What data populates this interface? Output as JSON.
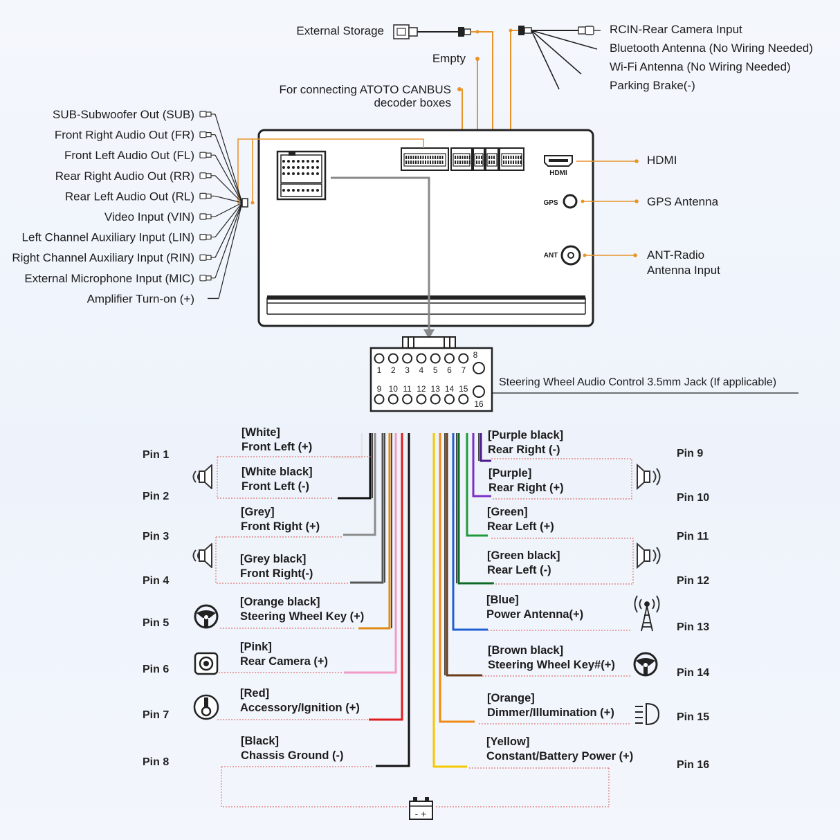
{
  "top": {
    "external_storage": "External Storage",
    "empty": "Empty",
    "canbus_line1": "For connecting ATOTO CANBUS",
    "canbus_line2": "decoder boxes",
    "rcin": "RCIN-Rear Camera Input",
    "bluetooth": "Bluetooth Antenna (No Wiring Needed)",
    "wifi": "Wi-Fi Antenna (No Wiring Needed)",
    "parking": "Parking Brake(-)"
  },
  "left_outputs": [
    "SUB-Subwoofer Out (SUB)",
    "Front Right Audio Out (FR)",
    "Front Left Audio Out (FL)",
    "Rear Right Audio Out (RR)",
    "Rear Left Audio Out (RL)",
    "Video Input (VIN)",
    "Left Channel Auxiliary Input (LIN)",
    "Right Channel Auxiliary Input (RIN)",
    "External Microphone Input (MIC)",
    "Amplifier Turn-on (+)"
  ],
  "right_ports": {
    "hdmi_tag": "HDMI",
    "hdmi": "HDMI",
    "gps_tag": "GPS",
    "gps": "GPS Antenna",
    "ant_tag": "ANT",
    "ant_line1": "ANT-Radio",
    "ant_line2": "Antenna Input"
  },
  "connector": {
    "top_pins": [
      "1",
      "2",
      "3",
      "4",
      "5",
      "6",
      "7"
    ],
    "pin8": "8",
    "bottom_pins": [
      "9",
      "10",
      "11",
      "12",
      "13",
      "14",
      "15"
    ],
    "pin16": "16",
    "steering_jack": "Steering Wheel Audio Control 3.5mm Jack (If applicable)"
  },
  "left_pins": [
    {
      "pin": "Pin 1",
      "color_name": "[White]",
      "func": "Front Left (+)",
      "color": "#e6e6e6"
    },
    {
      "pin": "Pin 2",
      "color_name": "[White black]",
      "func": "Front Left (-)",
      "color": "#111111"
    },
    {
      "pin": "Pin 3",
      "color_name": "[Grey]",
      "func": "Front Right (+)",
      "color": "#8c8c8c"
    },
    {
      "pin": "Pin 4",
      "color_name": "[Grey black]",
      "func": "Front Right(-)",
      "color": "#555555"
    },
    {
      "pin": "Pin 5",
      "color_name": "[Orange black]",
      "func": "Steering Wheel Key (+)",
      "color": "#e08a14"
    },
    {
      "pin": "Pin 6",
      "color_name": "[Pink]",
      "func": "Rear Camera (+)",
      "color": "#f29ac4"
    },
    {
      "pin": "Pin 7",
      "color_name": "[Red]",
      "func": "Accessory/Ignition (+)",
      "color": "#e01b1b"
    },
    {
      "pin": "Pin 8",
      "color_name": "[Black]",
      "func": "Chassis Ground (-)",
      "color": "#111111"
    }
  ],
  "right_pins": [
    {
      "pin": "Pin 9",
      "color_name": "[Purple black]",
      "func": "Rear Right (-)",
      "color": "#4a1a8c"
    },
    {
      "pin": "Pin 10",
      "color_name": "[Purple]",
      "func": "Rear Right (+)",
      "color": "#7b2fc9"
    },
    {
      "pin": "Pin 11",
      "color_name": "[Green]",
      "func": "Rear Left (+)",
      "color": "#1e9a3a"
    },
    {
      "pin": "Pin 12",
      "color_name": "[Green black]",
      "func": "Rear Left (-)",
      "color": "#0f6a26"
    },
    {
      "pin": "Pin 13",
      "color_name": "[Blue]",
      "func": "Power Antenna(+)",
      "color": "#1f5fd1"
    },
    {
      "pin": "Pin 14",
      "color_name": "[Brown black]",
      "func": "Steering Wheel Key#(+)",
      "color": "#6b3a16"
    },
    {
      "pin": "Pin 15",
      "color_name": "[Orange]",
      "func": "Dimmer/Illumination (+)",
      "color": "#f08a14"
    },
    {
      "pin": "Pin 16",
      "color_name": "[Yellow]",
      "func": "Constant/Battery Power (+)",
      "color": "#f5c800"
    }
  ],
  "battery_symbol": "- +",
  "colors": {
    "accent_orange": "#e8942a",
    "dotted_red": "#d9534f",
    "line": "#222222"
  }
}
